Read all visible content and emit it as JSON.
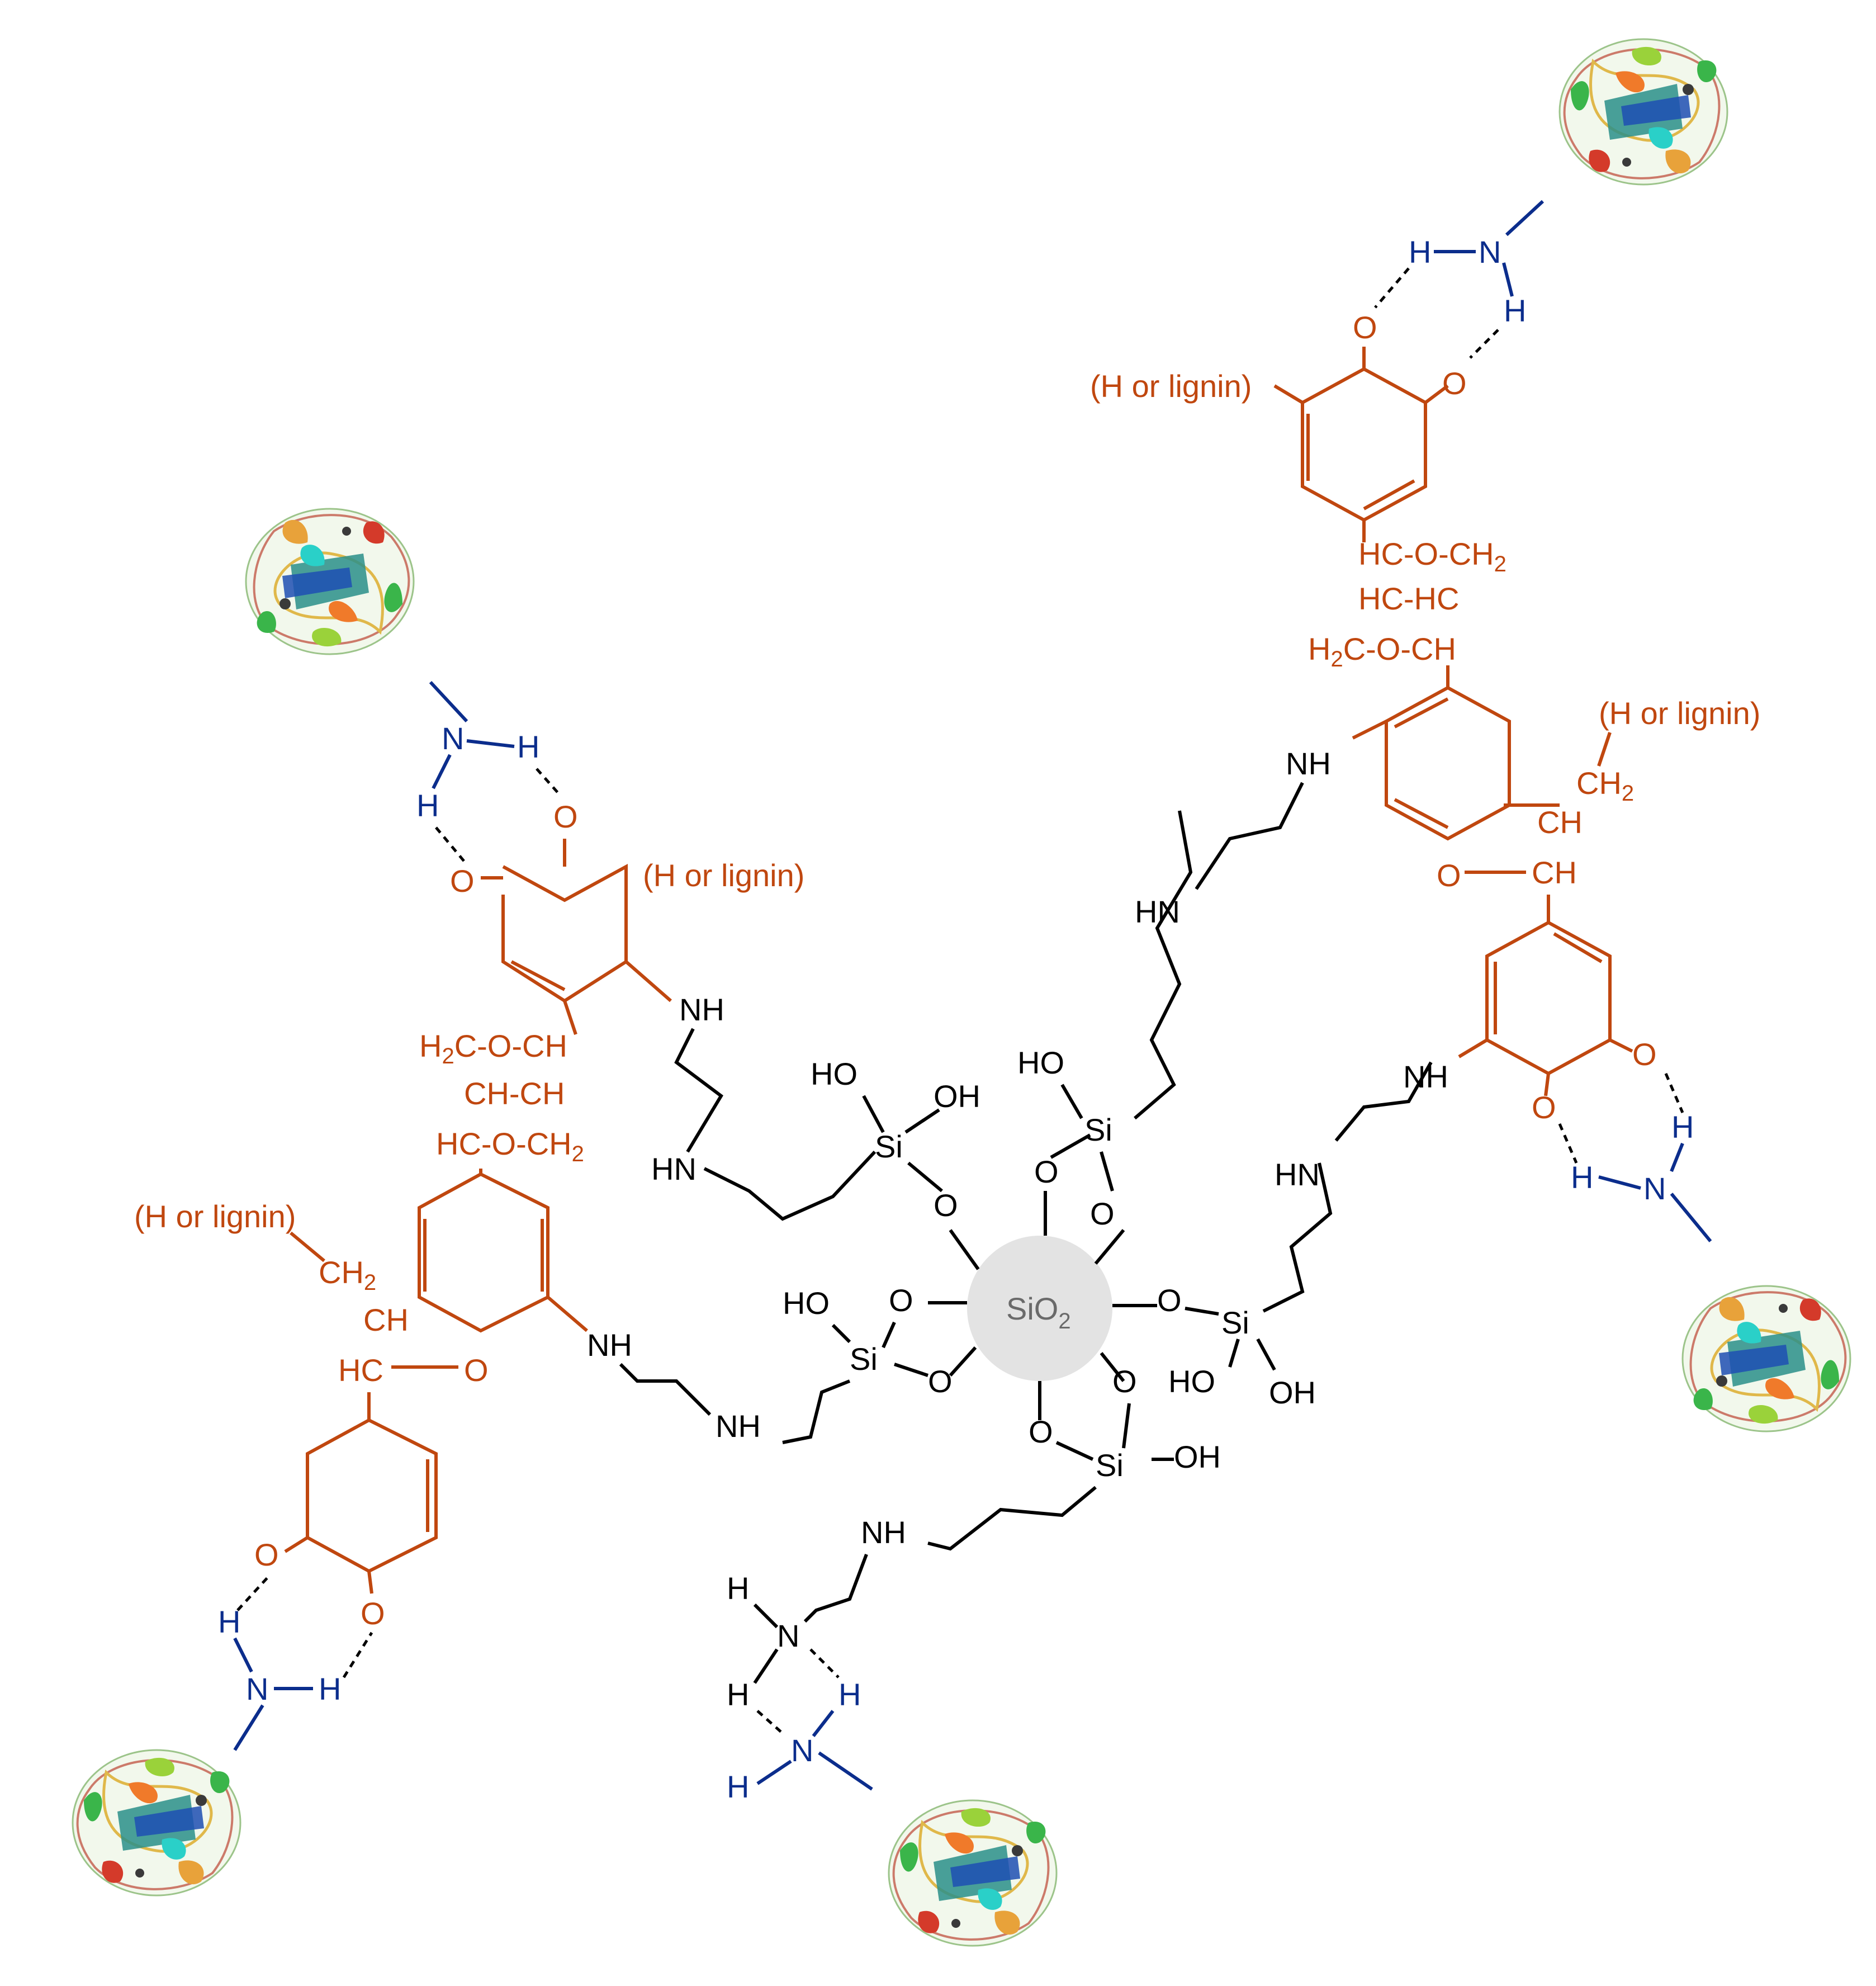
{
  "core": {
    "label": "SiO",
    "subscript": "2",
    "fill": "#e3e3e3"
  },
  "colors": {
    "silane": "#000000",
    "quinone": "#c0470f",
    "enzyme_amine": "#0b2d8c"
  },
  "atoms": {
    "oxygen": "O",
    "silicon": "Si",
    "hydroxyl": "OH",
    "hydroxyl_left": "HO",
    "amine": "NH",
    "amine_left": "HN",
    "nitrogen": "N",
    "hydrogen": "H"
  },
  "labels": {
    "substituent": "(H or lignin)"
  },
  "linker_groups": {
    "hc_o_ch2": "HC-O-CH",
    "hc_hc": "HC-HC",
    "h2c_o_ch": "H",
    "h2c_o_ch_rest": "C-O-CH",
    "ch_ch": "CH-CH",
    "hc": "HC",
    "ch": "CH",
    "ch2": "CH",
    "sub2": "2"
  },
  "enzyme": {
    "icon": "laccase-ribbon-structure"
  }
}
